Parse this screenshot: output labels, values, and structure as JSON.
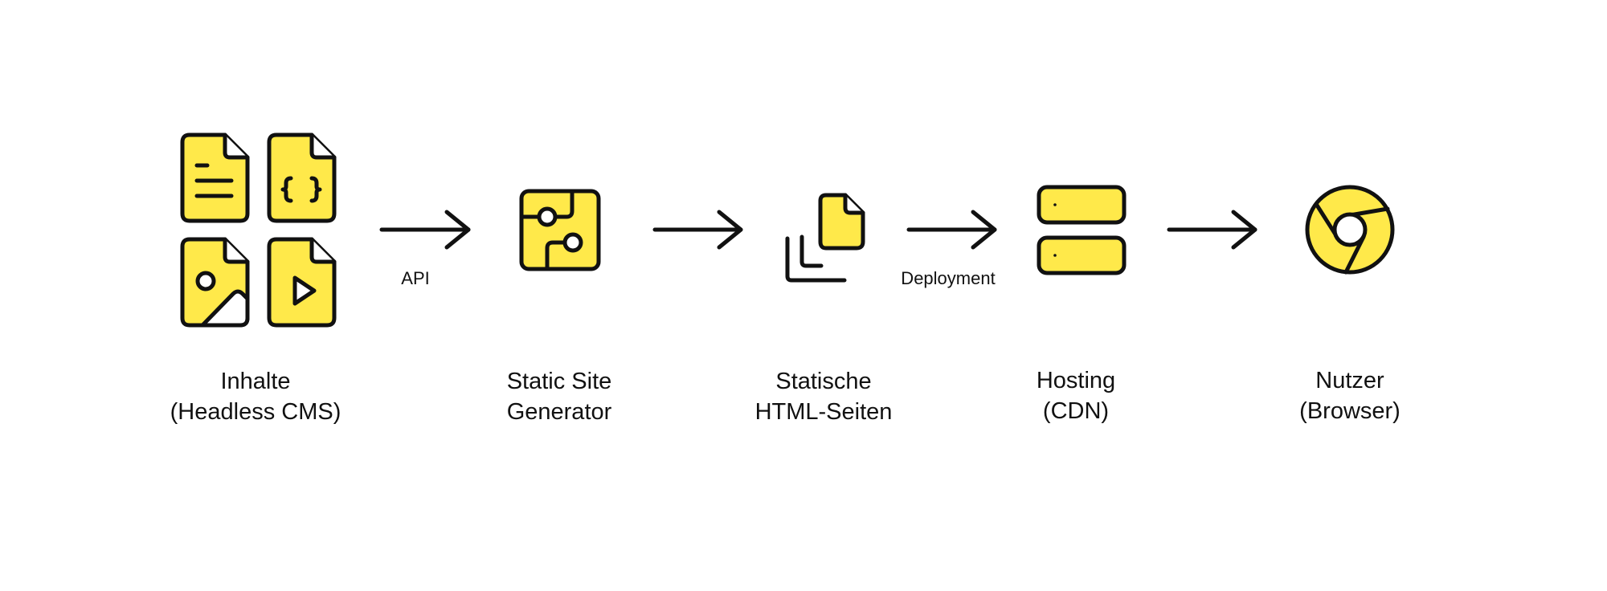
{
  "colors": {
    "icon_fill": "#FFE94A",
    "stroke": "#111111",
    "text": "#111111",
    "background": "#FFFFFF"
  },
  "nodes": [
    {
      "id": "content",
      "icon": "document-grid-icon",
      "label_line1": "Inhalte",
      "label_line2": "(Headless CMS)"
    },
    {
      "id": "ssg",
      "icon": "circuit-board-icon",
      "label_line1": "Static Site",
      "label_line2": "Generator"
    },
    {
      "id": "html",
      "icon": "stacked-pages-icon",
      "label_line1": "Statische",
      "label_line2": "HTML-Seiten"
    },
    {
      "id": "hosting",
      "icon": "server-icon",
      "label_line1": "Hosting",
      "label_line2": "(CDN)"
    },
    {
      "id": "user",
      "icon": "browser-icon",
      "label_line1": "Nutzer",
      "label_line2": "(Browser)"
    }
  ],
  "edges": [
    {
      "from": "content",
      "to": "ssg",
      "label": "API"
    },
    {
      "from": "ssg",
      "to": "html",
      "label": ""
    },
    {
      "from": "html",
      "to": "hosting",
      "label": "Deployment"
    },
    {
      "from": "hosting",
      "to": "user",
      "label": ""
    }
  ]
}
